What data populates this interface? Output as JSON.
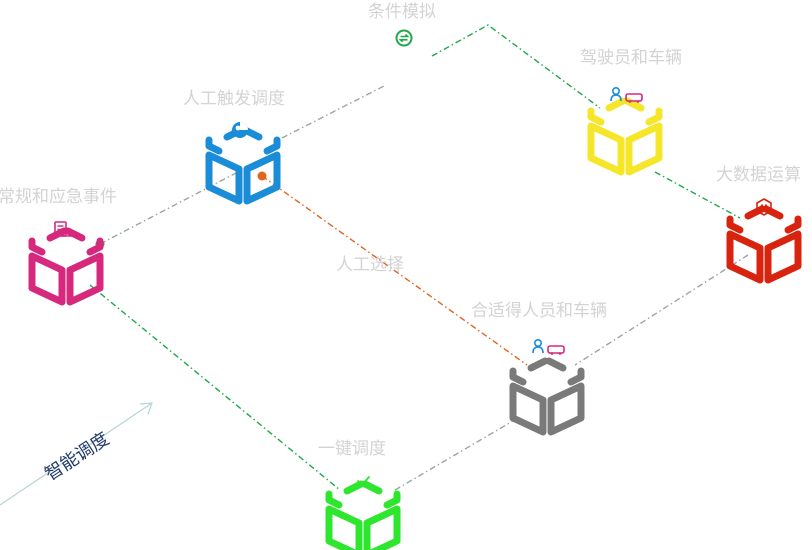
{
  "colors": {
    "pink": "#d6287c",
    "blue": "#1a8cd8",
    "green": "#2ee62e",
    "gray": "#7a7a7a",
    "yellow": "#f5e62a",
    "red": "#d8230f",
    "path_green": "#1fa84a",
    "path_orange": "#e0641e",
    "path_gray": "#9aa5a5",
    "label": "#d3d3d3",
    "flow_label": "#223a6e"
  },
  "nodes": {
    "events": {
      "label": "常规和应急事件",
      "icon": "report-icon"
    },
    "manual_dispatch": {
      "label": "人工触发调度",
      "icon": "person-pie-icon"
    },
    "condition_sim": {
      "label": "条件模拟",
      "icon": "refresh-icon"
    },
    "drivers_vehicles": {
      "label": "驾驶员和车辆",
      "icon": "person-bus-icon"
    },
    "big_data": {
      "label": "大数据运算",
      "icon": "waveform-icon"
    },
    "manual_select": {
      "label": "人工选择"
    },
    "suitable": {
      "label": "合适得人员和车辆",
      "icon": "person-bus-icon"
    },
    "one_click": {
      "label": "一键调度",
      "icon": "check-icon"
    }
  },
  "flow_label": "智能调度"
}
